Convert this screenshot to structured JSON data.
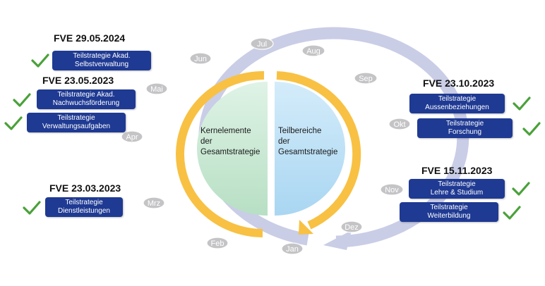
{
  "colors": {
    "outer_ring": "#c9cde6",
    "inner_ring": "#f8c143",
    "left_half": "#c9e8d5",
    "right_half": "#bcdff5",
    "pill": "#1f3a93",
    "check": "#4aa13a"
  },
  "months": [
    "Jul",
    "Aug",
    "Sep",
    "Okt",
    "Nov",
    "Dez",
    "Jan",
    "Feb",
    "Mrz",
    "Apr",
    "Mai",
    "Jun"
  ],
  "center": {
    "left": [
      "Kernelemente",
      "der",
      "Gesamtstrategie"
    ],
    "right": [
      "Teilbereiche",
      "der",
      "Gesamtstrategie"
    ]
  },
  "milestones": [
    {
      "date": "FVE 29.05.2024",
      "items": [
        {
          "lines": [
            "Teilstrategie Akad.",
            "Selbstverwaltung"
          ]
        }
      ]
    },
    {
      "date": "FVE 23.05.2023",
      "items": [
        {
          "lines": [
            "Teilstrategie Akad.",
            "Nachwuchsförderung"
          ]
        },
        {
          "lines": [
            "Teilstrategie",
            "Verwaltungsaufgaben"
          ]
        }
      ]
    },
    {
      "date": "FVE 23.03.2023",
      "items": [
        {
          "lines": [
            "Teilstrategie",
            "Dienstleistungen"
          ]
        }
      ]
    },
    {
      "date": "FVE 23.10.2023",
      "items": [
        {
          "lines": [
            "Teilstrategie",
            "Aussenbeziehungen"
          ]
        },
        {
          "lines": [
            "Teilstrategie",
            "Forschung"
          ]
        }
      ]
    },
    {
      "date": "FVE 15.11.2023",
      "items": [
        {
          "lines": [
            "Teilstrategie",
            "Lehre & Studium"
          ]
        },
        {
          "lines": [
            "Teilstrategie",
            "Weiterbildung"
          ]
        }
      ]
    }
  ],
  "icons": {
    "check": "checkmark-icon"
  }
}
